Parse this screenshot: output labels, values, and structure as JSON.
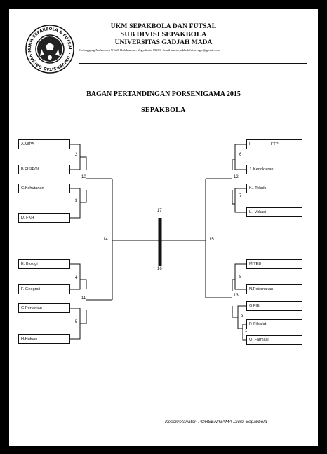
{
  "header": {
    "line1": "UKM SEPAKBOLA DAN FUTSAL",
    "line2": "SUB DIVISI SEPAKBOLA",
    "line3": "UNIVERSITAS GADJAH MADA",
    "address": "Gelanggang Mahasiswa UGM, Bulaksumur, Yogyakarta 55281. Email ukmsepakbolafutsal.ugm@gmail.com",
    "logo_text": "UKM SEPAKBOLA & FUTSAL • UNIVERSITAS GADJAH MADA •"
  },
  "title": "BAGAN PERTANDINGAN PORSENIGAMA 2015",
  "subtitle": "SEPAKBOLA",
  "left_teams": [
    "A.MIPA",
    "B.FISIPOL",
    "C.Kehutanan",
    "D. FKH",
    "E. Biologi",
    "F. Geografi",
    "G.Pertanian",
    "H.Hukum"
  ],
  "right_teams": [
    "I.",
    "J. Kedokteran",
    "K.. Teknik",
    "L.. Vokasi",
    "M.TEB",
    "N.Peternakan",
    "O.FIB",
    "P. Filsafat",
    "Q. Farmasi"
  ],
  "right_first_extra": "FTP",
  "match_numbers": {
    "m2": "2",
    "m3": "3",
    "m4": "4",
    "m5": "5",
    "m10": "10",
    "m11": "11",
    "m14": "14",
    "m6": "6",
    "m7": "7",
    "m8": "8",
    "m9": "9",
    "m1": "1",
    "m12": "12",
    "m13": "13",
    "m15": "15",
    "final_top": "17",
    "final_bottom": "16"
  },
  "footer": "Kesekretariatan PORSENIGAMA Divisi Sepakbola"
}
